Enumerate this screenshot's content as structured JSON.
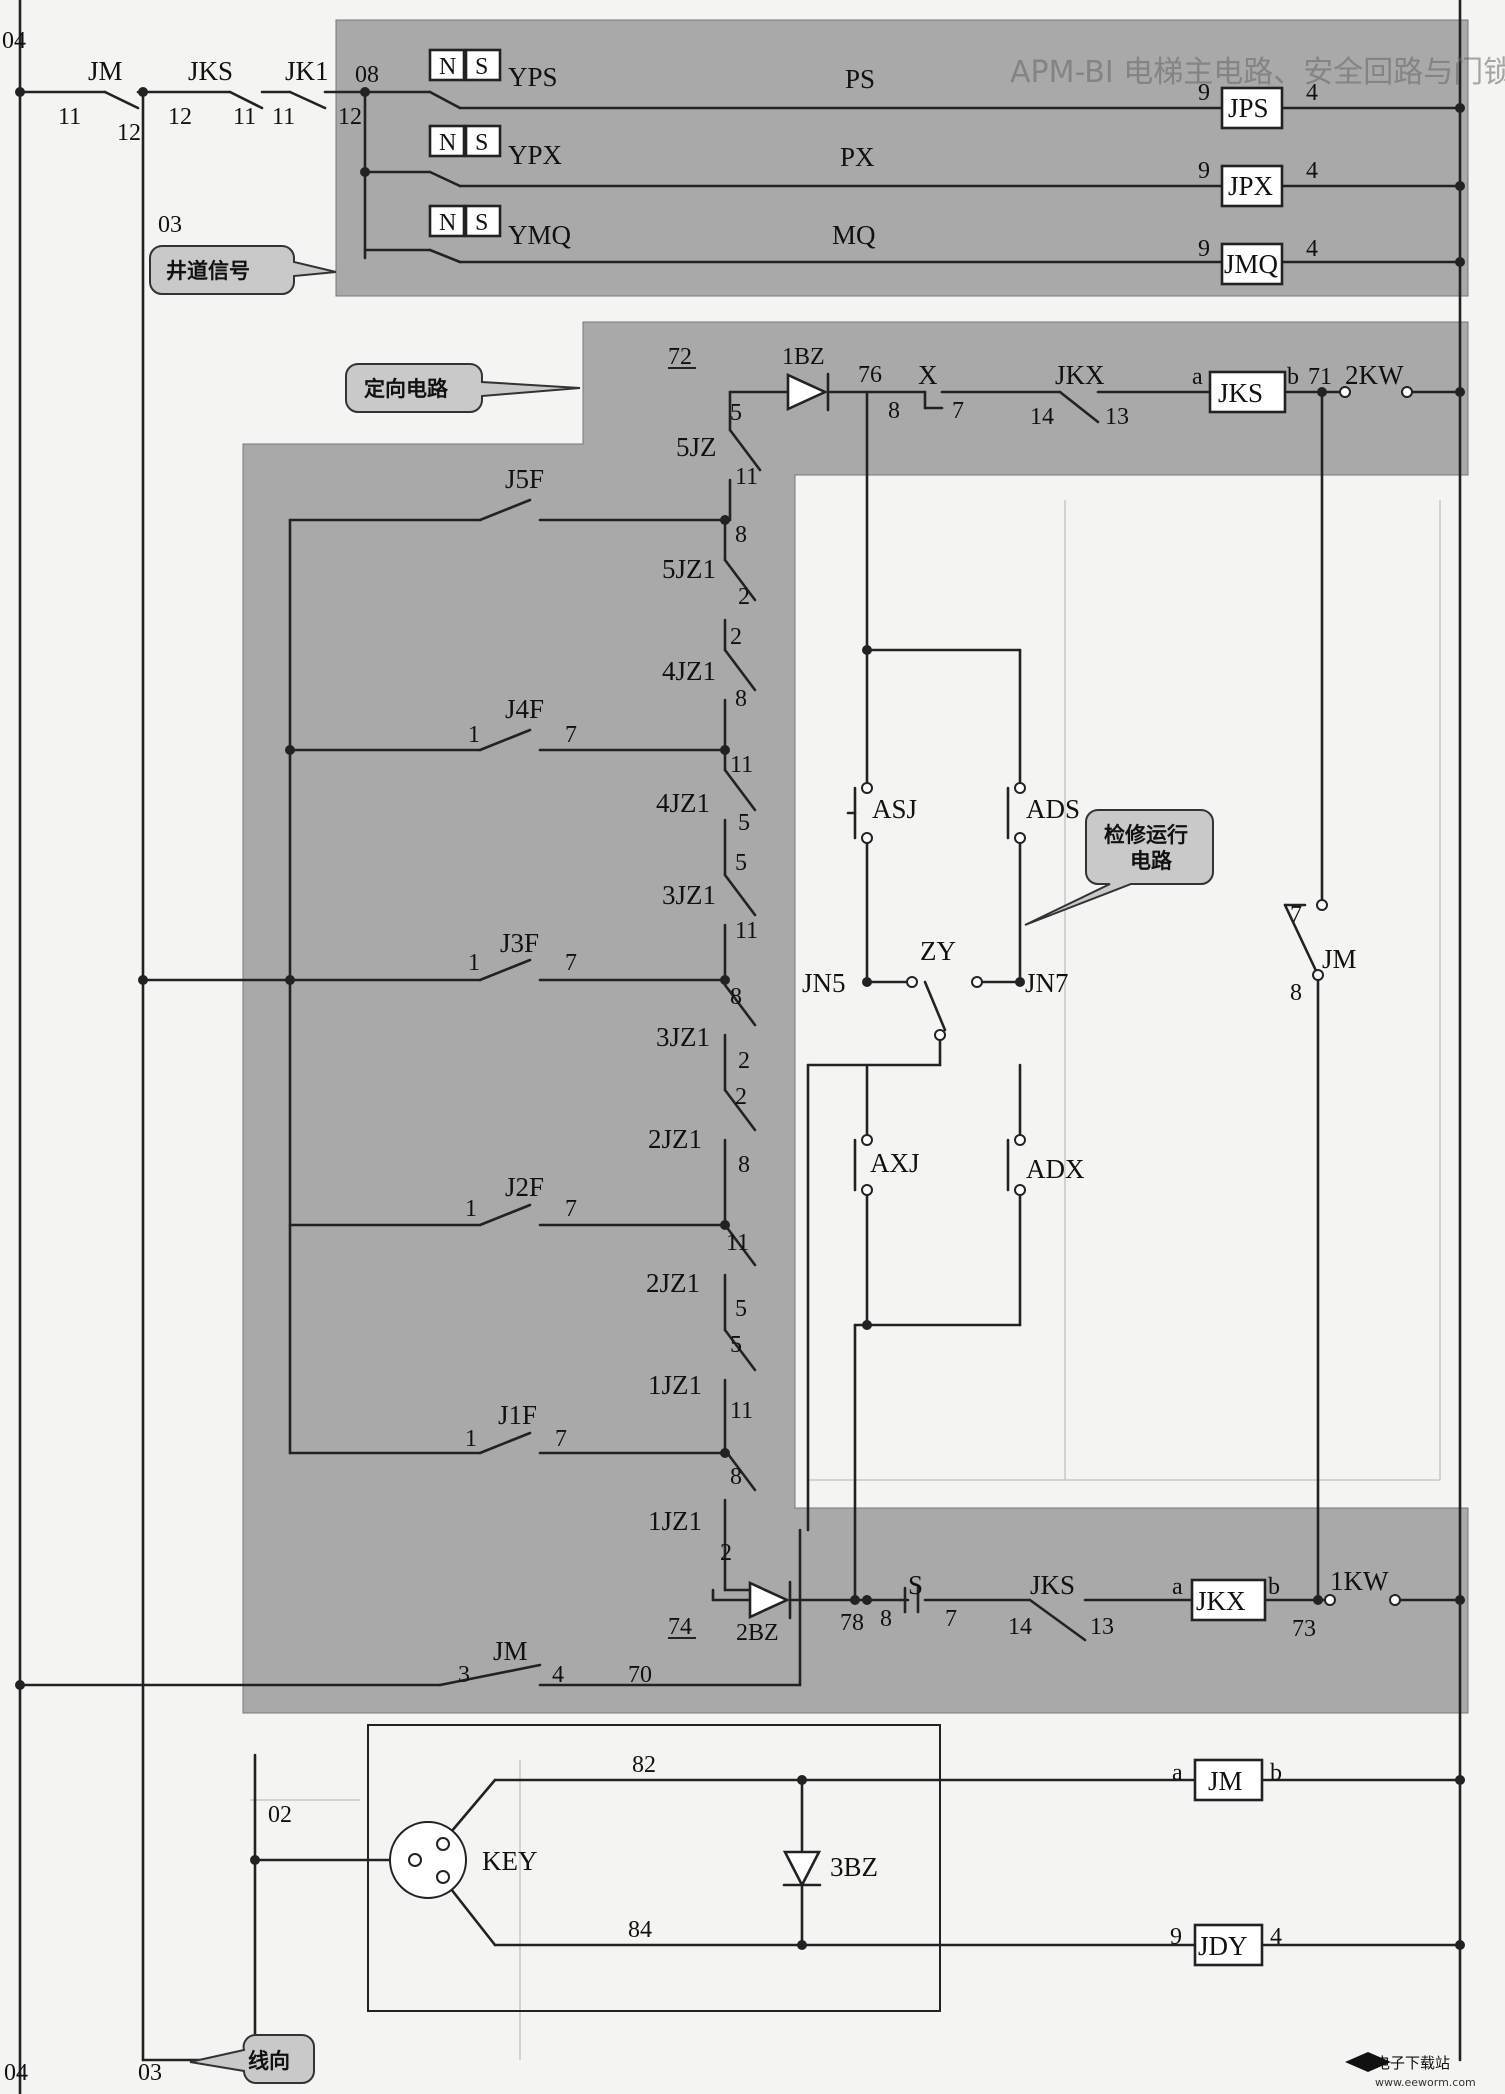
{
  "labels": {
    "rail_04_top": "04",
    "rail_04_bottom": "04",
    "line_03_top": "03",
    "line_03_bottom": "03",
    "line_02": "02",
    "JM": "JM",
    "JKS": "JKS",
    "JK1": "JK1",
    "n11a": "11",
    "n12a": "12",
    "n12b": "12",
    "n11b": "11",
    "n11c": "11",
    "n12c": "12",
    "n08": "08",
    "YPS": "YPS",
    "YPX": "YPX",
    "YMQ": "YMQ",
    "N": "N",
    "S": "S",
    "PS": "PS",
    "PX": "PX",
    "MQ": "MQ",
    "JPS": "JPS",
    "JPX": "JPX",
    "JMQ": "JMQ",
    "n9": "9",
    "n4": "4",
    "n72": "72",
    "n1BZ": "1BZ",
    "n76": "76",
    "X": "X",
    "n8": "8",
    "n7": "7",
    "JKX": "JKX",
    "n14": "14",
    "n13": "13",
    "a": "a",
    "b": "b",
    "n71": "71",
    "n2KW": "2KW",
    "n1KW": "1KW",
    "n73": "73",
    "n78": "78",
    "S_sw": "S",
    "n5": "5",
    "n2": "2",
    "n1": "1",
    "n3": "3",
    "n70": "70",
    "n74": "74",
    "n2BZ": "2BZ",
    "n3BZ": "3BZ",
    "n82": "82",
    "n84": "84",
    "J5F": "J5F",
    "J4F": "J4F",
    "J3F": "J3F",
    "J2F": "J2F",
    "J1F": "J1F",
    "n5JZ": "5JZ",
    "n5JZ1": "5JZ1",
    "n4JZ1": "4JZ1",
    "n4JZ1b": "4JZ1",
    "n3JZ1": "3JZ1",
    "n3JZ1b": "3JZ1",
    "n2JZ1": "2JZ1",
    "n2JZ1b": "2JZ1",
    "n1JZ1": "1JZ1",
    "n1JZ1b": "1JZ1",
    "ASJ": "ASJ",
    "ADS": "ADS",
    "AXJ": "AXJ",
    "ADX": "ADX",
    "JN5": "JN5",
    "JN7": "JN7",
    "ZY": "ZY",
    "KEY": "KEY",
    "JDY": "JDY",
    "JKS_coil": "JKS",
    "JKX_coil": "JKX",
    "JM_coil": "JM"
  },
  "callouts": {
    "shaft_signal": "井道信号",
    "direction_circuit": "定向电路",
    "maintenance_1": "检修运行",
    "maintenance_2": "电路",
    "line_direction": "线向"
  },
  "overlay": {
    "partial_title": "APM-BI 电梯主电路、安全回路与门锁",
    "watermark_1": "电子下载站",
    "watermark_2": "www.eeworm.com"
  },
  "colors": {
    "wire": "#222222",
    "shade": "#a9a9a9",
    "background": "#f4f4f2"
  }
}
